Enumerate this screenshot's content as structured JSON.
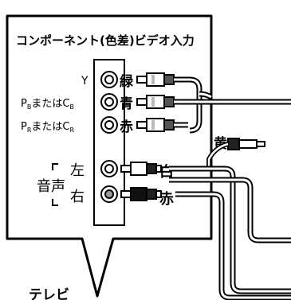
{
  "panel": {
    "title": "コンポーネント(色差)ビデオ入力"
  },
  "video_labels": [
    {
      "main": "Y",
      "sub": "",
      "tail": ""
    },
    {
      "main": "P",
      "sub": "B",
      "tail": "またはC",
      "sub2": "B"
    },
    {
      "main": "P",
      "sub": "R",
      "tail": "またはC",
      "sub2": "R"
    }
  ],
  "audio": {
    "group_label": "音声",
    "left": "左",
    "right": "右"
  },
  "cable_colors": {
    "green": "緑",
    "blue": "青",
    "red_video": "赤",
    "yellow": "黄",
    "white": "白",
    "red_audio": "赤"
  },
  "device_label": "テレビ"
}
